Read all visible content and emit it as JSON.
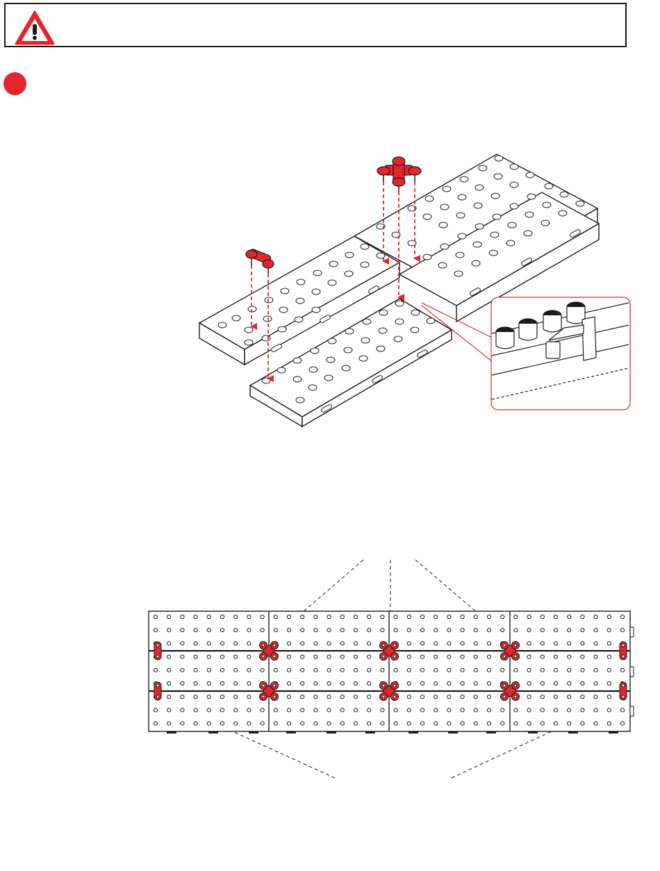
{
  "warning": {
    "icon": "warning-triangle-icon",
    "text": ""
  },
  "step": {
    "marker": "step-marker",
    "label": ""
  },
  "colors": {
    "accent": "#e4252c",
    "line": "#1a1a1a",
    "panel": "#ffffff"
  },
  "assembly_view": {
    "parts": [
      "connector-cross-icon",
      "connector-bar-icon",
      "peg-board-panel"
    ],
    "callout": "detail-callout"
  },
  "top_view": {
    "rows": 3,
    "columns": 4,
    "cross_connectors": 6,
    "bar_connectors": 4
  }
}
